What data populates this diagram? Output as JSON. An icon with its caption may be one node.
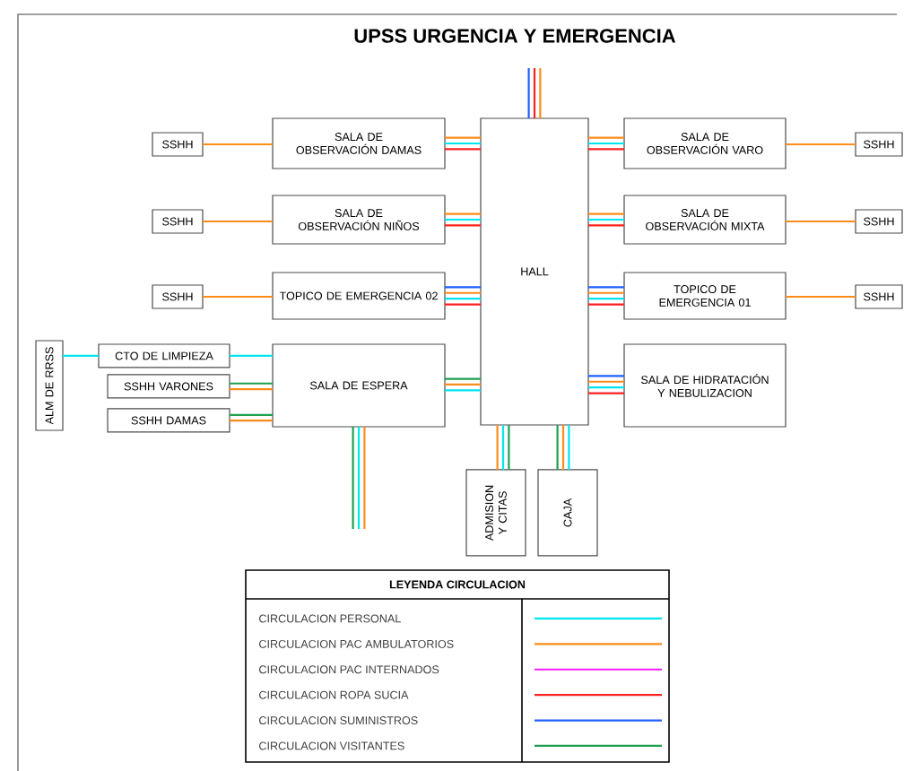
{
  "diagram": {
    "title": "UPSS URGENCIA Y EMERGENCIA",
    "nodes": [
      {
        "text": [
          "SALA DE OBSERVACIÓN DAMAS"
        ]
      },
      {
        "text": [
          "HALL"
        ]
      },
      {
        "text": [
          "SALA DE OBSERVACIÓN VARO"
        ]
      },
      {
        "text": [
          "SSHH"
        ]
      },
      {
        "text": [
          "SSHH"
        ]
      },
      {
        "text": [
          "SALA DE OBSERVACIÓN NIÑOS"
        ]
      },
      {
        "text": [
          "SALA DE OBSERVACIÓN MIXTA"
        ]
      },
      {
        "text": [
          "SSHH"
        ]
      },
      {
        "text": [
          "SSHH"
        ]
      },
      {
        "text": [
          "TOPICO DE EMERGENCIA 02"
        ]
      },
      {
        "text": [
          "TOPICO DE EMERGENCIA 01"
        ]
      },
      {
        "text": [
          "SSHH"
        ]
      },
      {
        "text": [
          "SSHH"
        ]
      },
      {
        "text": [
          "ALM DE RRSS"
        ]
      },
      {
        "text": [
          "CTO DE LIMPIEZA"
        ]
      },
      {
        "text": [
          "SALA DE ESPERA"
        ]
      },
      {
        "text": [
          "SALA DE HIDRATACIÓN Y NEBULIZACION"
        ]
      },
      {
        "text": [
          "SSHH VARONES"
        ]
      },
      {
        "text": [
          "SSHH DAMAS"
        ]
      },
      {
        "text": [
          "ADMISION Y CITAS"
        ]
      },
      {
        "text": [
          "CAJA"
        ]
      }
    ],
    "edges": [
      {
        "from": 1,
        "to": null,
        "arrow": "none",
        "color": "#1f5fff"
      },
      {
        "from": 1,
        "to": null,
        "arrow": "none",
        "color": "#ff2020"
      },
      {
        "from": 1,
        "to": null,
        "arrow": "none",
        "color": "#ff8c1a"
      },
      {
        "from": 0,
        "to": 1,
        "arrow": "none",
        "color": "#ff8c1a"
      },
      {
        "from": 0,
        "to": 1,
        "arrow": "none",
        "color": "#00e5ee"
      },
      {
        "from": 0,
        "to": 1,
        "arrow": "none",
        "color": "#ff2020"
      },
      {
        "from": 1,
        "to": 2,
        "arrow": "none",
        "color": "#ff8c1a"
      },
      {
        "from": 1,
        "to": 2,
        "arrow": "none",
        "color": "#00e5ee"
      },
      {
        "from": 1,
        "to": 2,
        "arrow": "none",
        "color": "#ff2020"
      },
      {
        "from": 3,
        "to": 0,
        "arrow": "none",
        "color": "#ff8c1a"
      },
      {
        "from": 2,
        "to": 4,
        "arrow": "none",
        "color": "#ff8c1a"
      },
      {
        "from": 5,
        "to": 1,
        "arrow": "none",
        "color": "#ff8c1a"
      },
      {
        "from": 5,
        "to": 1,
        "arrow": "none",
        "color": "#00e5ee"
      },
      {
        "from": 5,
        "to": 1,
        "arrow": "none",
        "color": "#ff2020"
      },
      {
        "from": 1,
        "to": 6,
        "arrow": "none",
        "color": "#ff8c1a"
      },
      {
        "from": 1,
        "to": 6,
        "arrow": "none",
        "color": "#00e5ee"
      },
      {
        "from": 1,
        "to": 6,
        "arrow": "none",
        "color": "#ff2020"
      },
      {
        "from": 7,
        "to": 5,
        "arrow": "none",
        "color": "#ff8c1a"
      },
      {
        "from": 6,
        "to": 8,
        "arrow": "none",
        "color": "#ff8c1a"
      },
      {
        "from": 9,
        "to": 1,
        "arrow": "none",
        "color": "#1f5fff"
      },
      {
        "from": 9,
        "to": 1,
        "arrow": "none",
        "color": "#ff8c1a"
      },
      {
        "from": 9,
        "to": 1,
        "arrow": "none",
        "color": "#00e5ee"
      },
      {
        "from": 9,
        "to": 1,
        "arrow": "none",
        "color": "#ff2020"
      },
      {
        "from": 1,
        "to": 10,
        "arrow": "none",
        "color": "#1f5fff"
      },
      {
        "from": 1,
        "to": 10,
        "arrow": "none",
        "color": "#ff8c1a"
      },
      {
        "from": 1,
        "to": 10,
        "arrow": "none",
        "color": "#00e5ee"
      },
      {
        "from": 1,
        "to": 10,
        "arrow": "none",
        "color": "#ff2020"
      },
      {
        "from": 11,
        "to": 9,
        "arrow": "none",
        "color": "#ff8c1a"
      },
      {
        "from": 10,
        "to": 12,
        "arrow": "none",
        "color": "#ff8c1a"
      },
      {
        "from": 13,
        "to": 14,
        "arrow": "none",
        "color": "#00e5ee"
      },
      {
        "from": 14,
        "to": 15,
        "arrow": "none",
        "color": "#00e5ee"
      },
      {
        "from": 17,
        "to": 15,
        "arrow": "none",
        "color": "#1fa050"
      },
      {
        "from": 17,
        "to": 15,
        "arrow": "none",
        "color": "#ff8c1a"
      },
      {
        "from": 18,
        "to": 15,
        "arrow": "none",
        "color": "#1fa050"
      },
      {
        "from": 18,
        "to": 15,
        "arrow": "none",
        "color": "#ff8c1a"
      },
      {
        "from": 15,
        "to": 1,
        "arrow": "none",
        "color": "#1fa050"
      },
      {
        "from": 15,
        "to": 1,
        "arrow": "none",
        "color": "#ff8c1a"
      },
      {
        "from": 15,
        "to": 1,
        "arrow": "none",
        "color": "#00e5ee"
      },
      {
        "from": 1,
        "to": 16,
        "arrow": "none",
        "color": "#1f5fff"
      },
      {
        "from": 1,
        "to": 16,
        "arrow": "none",
        "color": "#ff8c1a"
      },
      {
        "from": 1,
        "to": 16,
        "arrow": "none",
        "color": "#00e5ee"
      },
      {
        "from": 1,
        "to": 16,
        "arrow": "none",
        "color": "#ff2020"
      },
      {
        "from": 15,
        "to": null,
        "arrow": "none",
        "color": "#1fa050"
      },
      {
        "from": 15,
        "to": null,
        "arrow": "none",
        "color": "#00e5ee"
      },
      {
        "from": 15,
        "to": null,
        "arrow": "none",
        "color": "#ff8c1a"
      },
      {
        "from": 1,
        "to": 19,
        "arrow": "none",
        "color": "#ff8c1a"
      },
      {
        "from": 1,
        "to": 19,
        "arrow": "none",
        "color": "#00e5ee"
      },
      {
        "from": 1,
        "to": 19,
        "arrow": "none",
        "color": "#1fa050"
      },
      {
        "from": 1,
        "to": 20,
        "arrow": "none",
        "color": "#1fa050"
      },
      {
        "from": 1,
        "to": 20,
        "arrow": "none",
        "color": "#ff8c1a"
      },
      {
        "from": 1,
        "to": 20,
        "arrow": "none",
        "color": "#00e5ee"
      }
    ],
    "labels": [
      "LEYENDA CIRCULACION"
    ],
    "legend": [
      {
        "text": "CIRCULACION PERSONAL",
        "color": "#00e5ee"
      },
      {
        "text": "CIRCULACION PAC AMBULATORIOS",
        "color": "#ff8c1a"
      },
      {
        "text": "CIRCULACION PAC INTERNADOS",
        "color": "#ff1aff"
      },
      {
        "text": "CIRCULACION ROPA SUCIA",
        "color": "#ff2020"
      },
      {
        "text": "CIRCULACION SUMINISTROS",
        "color": "#1f5fff"
      },
      {
        "text": "CIRCULACION VISITANTES",
        "color": "#1fa050"
      }
    ]
  }
}
